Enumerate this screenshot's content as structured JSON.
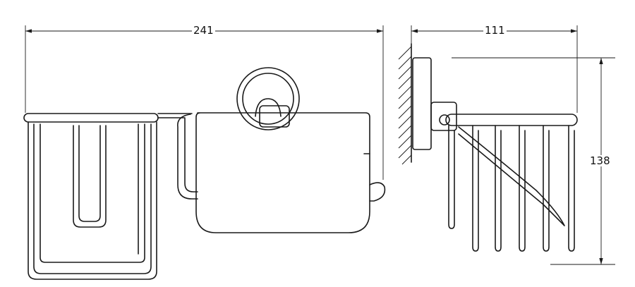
{
  "dimensions": {
    "front_width": "241",
    "side_depth": "111",
    "side_height": "138"
  },
  "colors": {
    "line": "#1a1a1a",
    "background": "#ffffff"
  }
}
